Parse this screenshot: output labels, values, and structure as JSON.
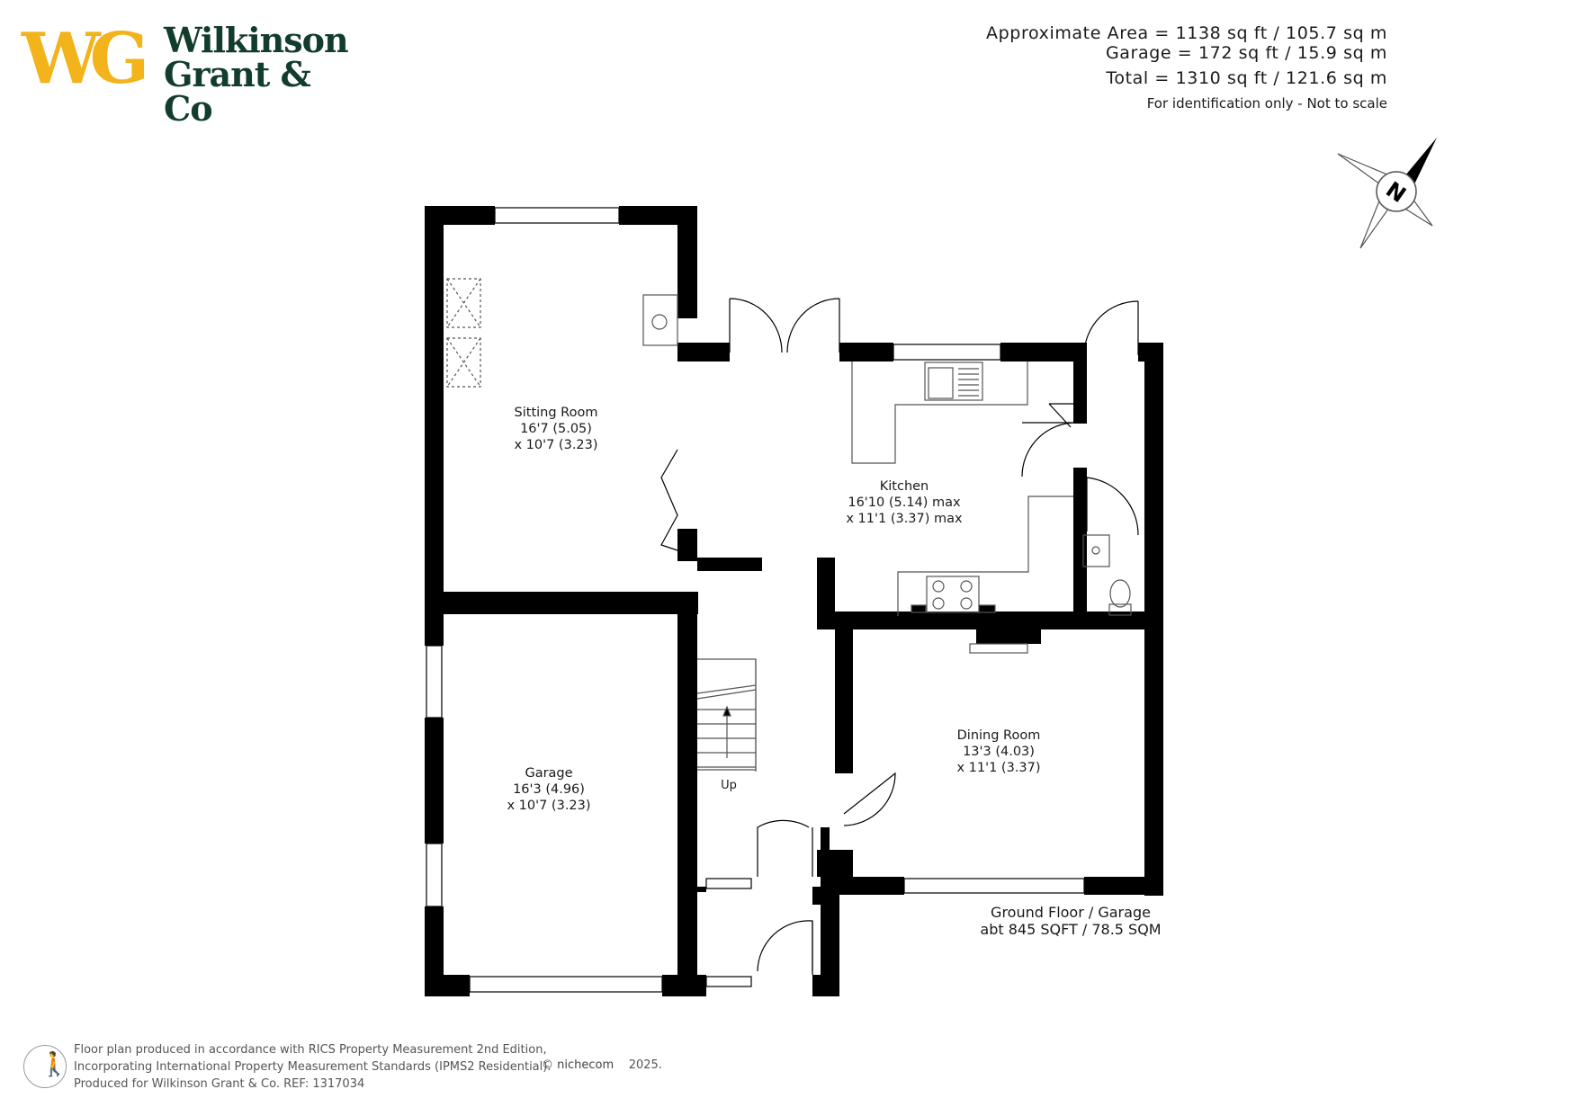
{
  "brand": {
    "monogram": "WG",
    "name_line1": "Wilkinson",
    "name_line2": "Grant & Co",
    "gold_color": "#f2b31b",
    "green_color": "#123d2c"
  },
  "area": {
    "approximate": "Approximate Area = 1138 sq ft / 105.7 sq m",
    "garage": "Garage = 172 sq ft / 15.9 sq m",
    "total": "Total = 1310 sq ft / 121.6 sq m",
    "note": "For identification only - Not to scale"
  },
  "compass": {
    "icon": "north-arrow-icon",
    "letter": "N"
  },
  "rooms": {
    "sitting": {
      "name": "Sitting Room",
      "dim1": "16'7 (5.05)",
      "dim2": "x 10'7 (3.23)"
    },
    "kitchen": {
      "name": "Kitchen",
      "dim1": "16'10 (5.14) max",
      "dim2": "x 11'1 (3.37) max"
    },
    "garage": {
      "name": "Garage",
      "dim1": "16'3 (4.96)",
      "dim2": "x 10'7 (3.23)"
    },
    "dining": {
      "name": "Dining Room",
      "dim1": "13'3 (4.03)",
      "dim2": "x 11'1 (3.37)"
    },
    "stairs": {
      "label": "Up"
    }
  },
  "floor": {
    "name": "Ground Floor / Garage",
    "size": "abt 845 SQFT / 78.5 SQM"
  },
  "footer": {
    "line1": "Floor plan produced in accordance with RICS Property Measurement 2nd Edition,",
    "line2": "Incorporating International Property Measurement Standards (IPMS2 Residential).",
    "line3": "Produced for Wilkinson Grant & Co.   REF: 1317034",
    "copyright": "©",
    "company": "nichecom",
    "year": "2025."
  },
  "colors": {
    "wall": "#000000",
    "fixture": "#555555"
  }
}
